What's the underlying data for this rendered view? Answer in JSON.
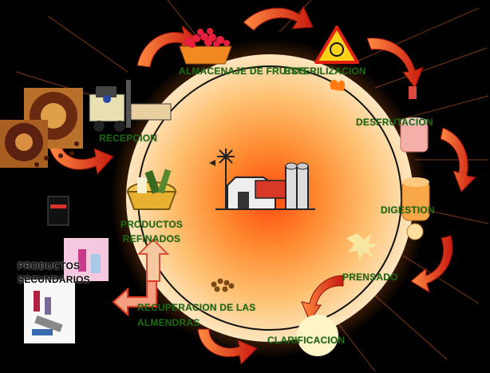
{
  "stages": {
    "almacenaje": "ALMACENAJE DE FRUTOS",
    "esterilizacion": "ESTERILIZACION",
    "desfrutacion": "DESFRUTACION",
    "recepcion": "RECEPCION",
    "digestion": "DIGESTION",
    "productos_refinados": "PRODUCTOS REFINADOS",
    "prensado": "PRENSADO",
    "productos_secundarios": "PRODUCTOS SECUNDARIOS",
    "recuperacion": "RECUPERACION DE LAS ALMENDRAS",
    "clarificacion": "CLARIFICACION"
  },
  "colors": {
    "label_text": "#1f6b12",
    "arrow": "#e0301a",
    "center_glow": "#ff6a1a",
    "disc_edge": "#fde3b8",
    "background": "#000000"
  }
}
